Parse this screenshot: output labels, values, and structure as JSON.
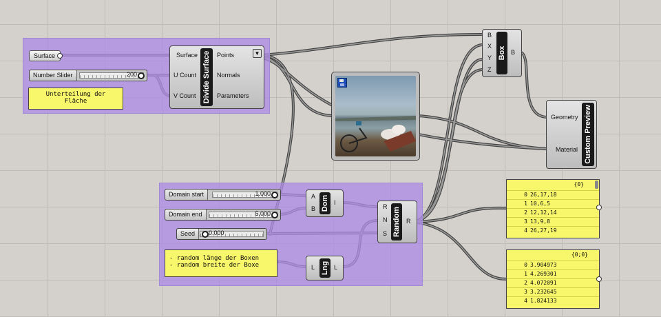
{
  "surface_param": {
    "label": "Surface"
  },
  "number_slider": {
    "label": "Number Slider",
    "value": "200"
  },
  "panel_note1": {
    "line1": "Unterteilung der",
    "line2": "Fläche"
  },
  "divide_surface": {
    "name": "Divide Surface",
    "inputs": [
      "Surface",
      "U Count",
      "V Count"
    ],
    "outputs": [
      "Points",
      "Normals",
      "Parameters"
    ]
  },
  "image_viewer": {
    "icon": "save-icon"
  },
  "box": {
    "name": "Box",
    "inputs": [
      "B",
      "X",
      "Y",
      "Z"
    ],
    "output": "B"
  },
  "custom_preview": {
    "name": "Custom Preview",
    "inputs": [
      "Geometry",
      "Material"
    ]
  },
  "domain_start_slider": {
    "label": "Domain start",
    "value": "1.000"
  },
  "domain_end_slider": {
    "label": "Domain end",
    "value": "5.000"
  },
  "seed_slider": {
    "label": "Seed",
    "value": "0.000"
  },
  "dom": {
    "name": "Dom",
    "inputs": [
      "A",
      "B"
    ],
    "output": "I"
  },
  "random": {
    "name": "Random",
    "inputs": [
      "R",
      "N",
      "S"
    ],
    "output": "R"
  },
  "lng": {
    "name": "Lng",
    "input": "L",
    "output": "L"
  },
  "panel_note2": {
    "line1": "- random länge der Boxen",
    "line2": "- random breite der Boxe"
  },
  "list1": {
    "header": "{0}",
    "rows": [
      {
        "i": "0",
        "v": "26,17,18"
      },
      {
        "i": "1",
        "v": "10,6,5"
      },
      {
        "i": "2",
        "v": "12,12,14"
      },
      {
        "i": "3",
        "v": "13,9,8"
      },
      {
        "i": "4",
        "v": "26,27,19"
      }
    ]
  },
  "list2": {
    "header": "{0;0}",
    "rows": [
      {
        "i": "0",
        "v": "3.904973"
      },
      {
        "i": "1",
        "v": "4.269301"
      },
      {
        "i": "2",
        "v": "4.072091"
      },
      {
        "i": "3",
        "v": "3.232645"
      },
      {
        "i": "4",
        "v": "1.824133"
      }
    ]
  },
  "colors": {
    "canvas": "#d4d1cc",
    "group": "#ae8ce6",
    "panel": "#f8f66a",
    "wire": "#444444"
  }
}
